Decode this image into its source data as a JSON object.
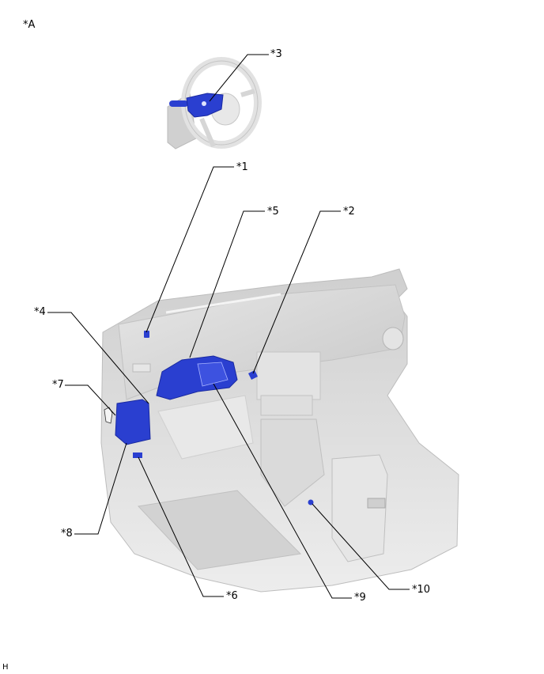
{
  "view_label": "*A",
  "corner_code": "H",
  "callouts": [
    {
      "id": "1",
      "text": "*1"
    },
    {
      "id": "2",
      "text": "*2"
    },
    {
      "id": "3",
      "text": "*3"
    },
    {
      "id": "4",
      "text": "*4"
    },
    {
      "id": "5",
      "text": "*5"
    },
    {
      "id": "6",
      "text": "*6"
    },
    {
      "id": "7",
      "text": "*7"
    },
    {
      "id": "8",
      "text": "*8"
    },
    {
      "id": "9",
      "text": "*9"
    },
    {
      "id": "10",
      "text": "*10"
    }
  ],
  "colors": {
    "highlight_part": "#2a3fd0",
    "body_gray": "#d9d9d9",
    "leader_line": "#000000"
  }
}
